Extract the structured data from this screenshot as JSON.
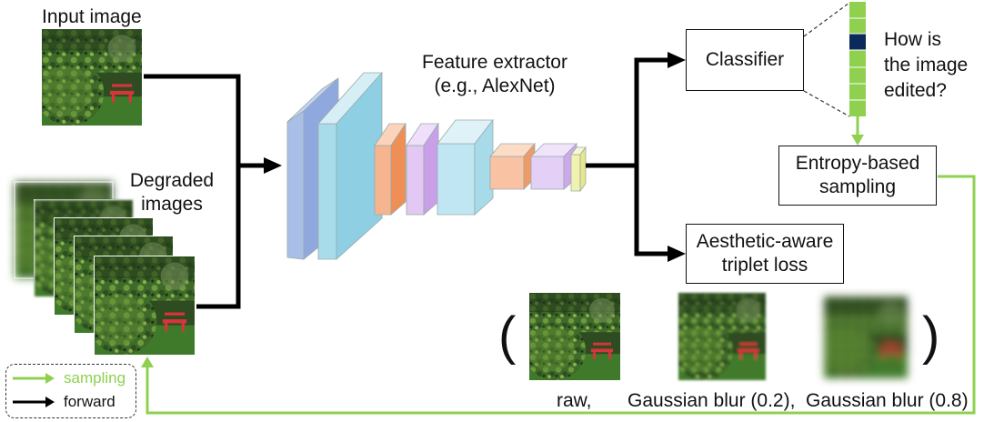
{
  "input": {
    "title": "Input image"
  },
  "degraded": {
    "title_line1": "Degraded",
    "title_line2": "images"
  },
  "extractor": {
    "line1": "Feature extractor",
    "line2": "(e.g., AlexNet)"
  },
  "classifier": {
    "label": "Classifier"
  },
  "question": {
    "line1": "How is",
    "line2": "the image",
    "line3": "edited?"
  },
  "sampling_box": {
    "line1": "Entropy-based",
    "line2": "sampling"
  },
  "loss_box": {
    "line1": "Aesthetic-aware",
    "line2": "triplet loss"
  },
  "triplet": {
    "open": "(",
    "close": ")",
    "labels": [
      "raw,",
      "Gaussian blur (0.2),",
      "Gaussian blur (0.8)"
    ]
  },
  "legend": {
    "sampling": "sampling",
    "forward": "forward"
  },
  "colors": {
    "sampling": "#8fd14f",
    "forward": "#000000",
    "selected_bin": "#0a2a5c"
  }
}
